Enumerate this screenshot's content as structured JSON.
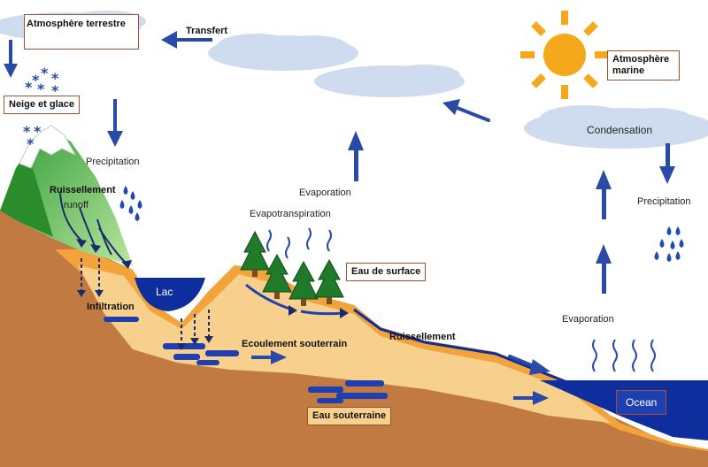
{
  "labels": {
    "atmosphere_terrestre": "Atmosphère terrestre",
    "transfert": "Transfert",
    "atmosphere_marine": "Atmosphère marine",
    "neige_glace": "Neige et glace",
    "precipitation_left": "Precipitation",
    "ruissellement_left": "Ruissellement",
    "runoff": "runoff",
    "evaporation_mid": "Evaporation",
    "evapotranspiration": "Evapotranspiration",
    "condensation": "Condensation",
    "precipitation_right": "Precipitation",
    "lac": "Lac",
    "infiltration": "Infiltration",
    "eau_de_surface": "Eau de surface",
    "ecoulement_souterrain": "Ecoulement souterrain",
    "ruissellement_right": "Ruissellement",
    "evaporation_right": "Evaporation",
    "ocean": "Ocean",
    "eau_souterraine": "Eau souterraine"
  },
  "colors": {
    "arrow_blue": "#2a4aa8",
    "cloud": "#cfdcef",
    "water": "#0d2e9c",
    "soil_brown": "#c07a42",
    "aquifer_orange": "#f2a33a",
    "sand": "#f6d08c",
    "sun": "#f5a81c",
    "grass": "#2e8b2e",
    "tree": "#1f7a2a",
    "label_border": "#a0522d"
  },
  "icons": [
    "sun-icon",
    "cloud-icon",
    "snowflake-icon",
    "raindrop-icon",
    "tree-icon",
    "arrow-icon",
    "steam-icon"
  ]
}
